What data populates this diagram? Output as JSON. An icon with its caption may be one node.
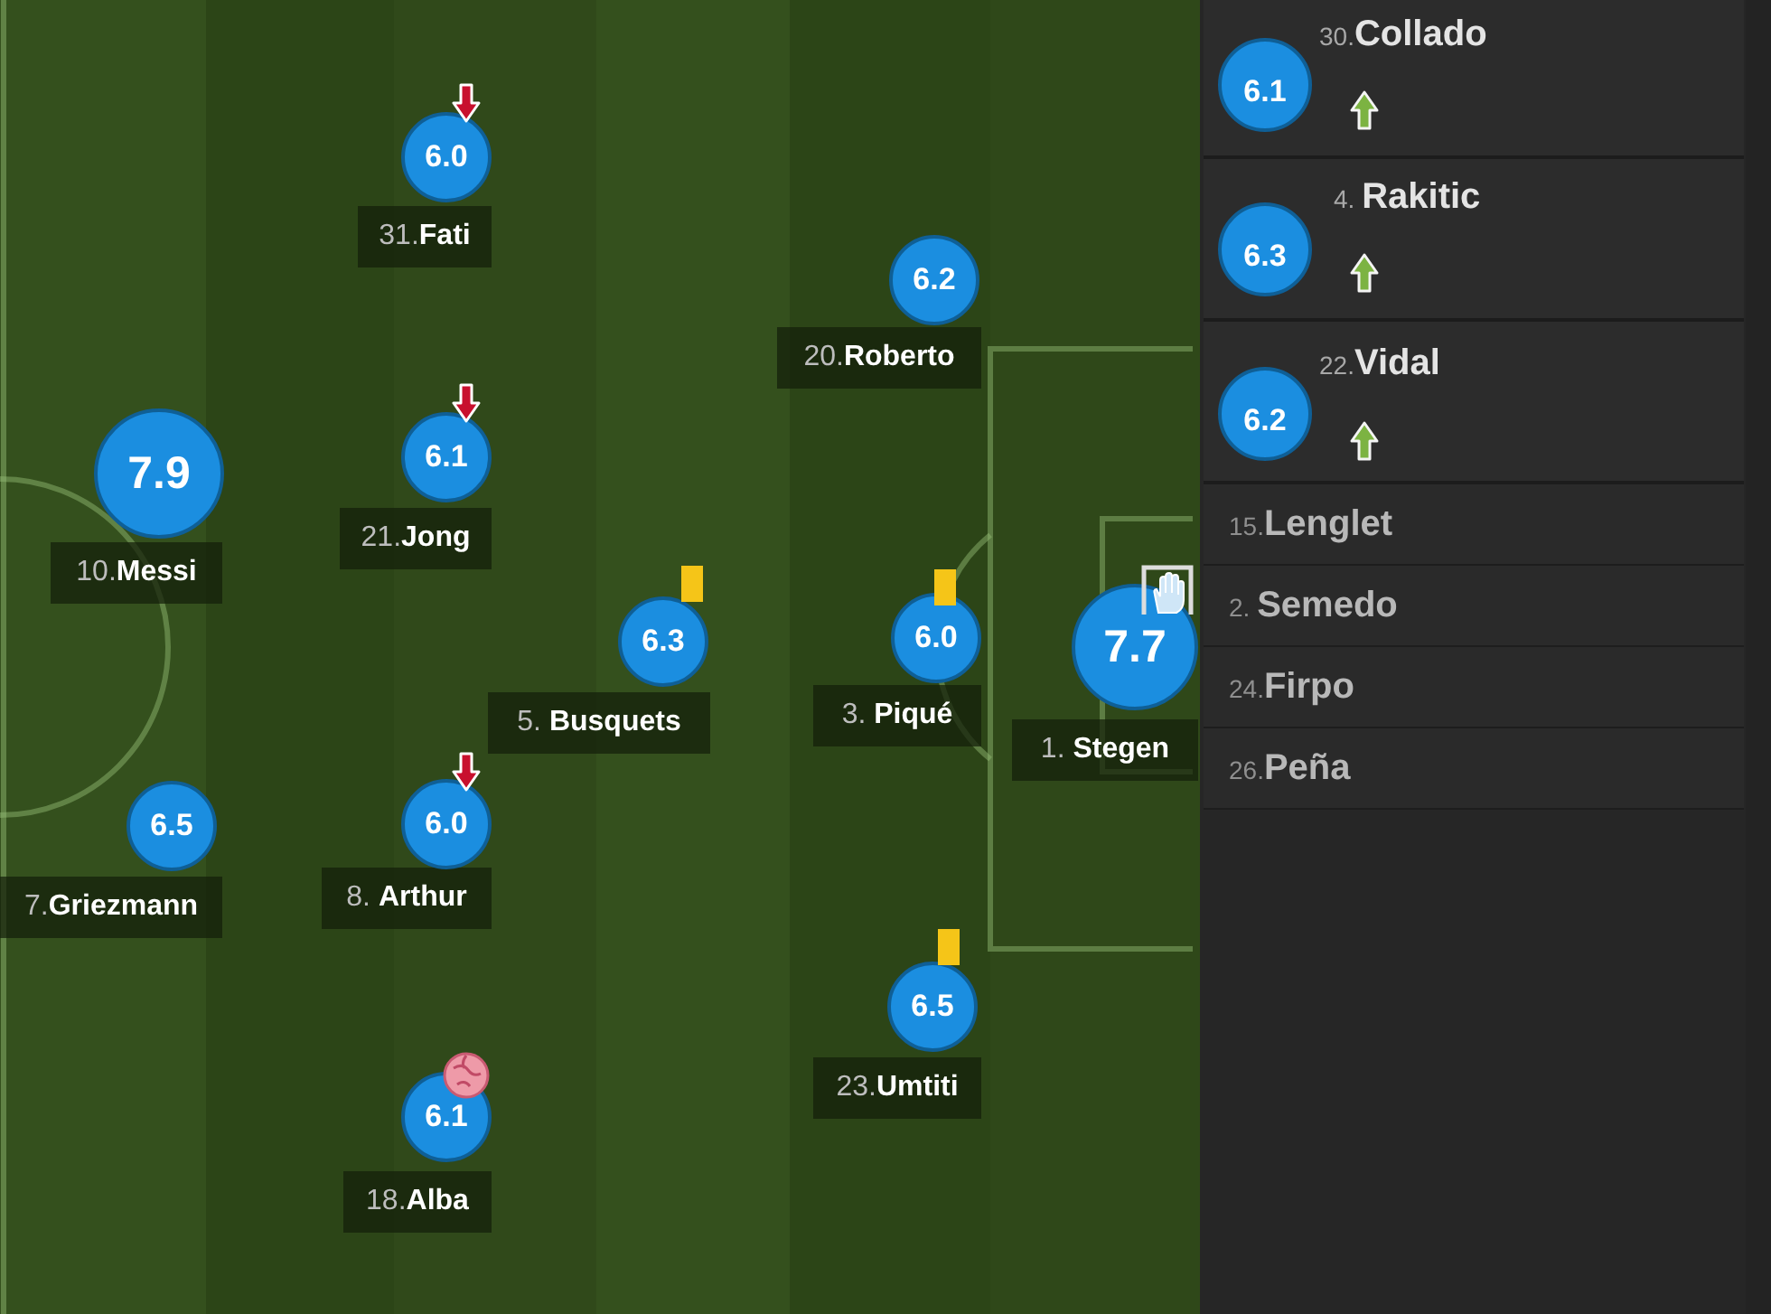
{
  "diagram": {
    "nodes": [
      {
        "text": [
          "6.0"
        ],
        "beside": [
          "31.**Fati**"
        ]
      },
      {
        "text": [
          "6.2"
        ],
        "beside": [
          "20.**Roberto**"
        ]
      },
      {
        "text": [
          "7.9"
        ],
        "beside": [
          "10.**Messi**"
        ]
      },
      {
        "text": [
          "6.1"
        ],
        "beside": [
          "21.**Jong**"
        ]
      },
      {
        "text": [
          "6.3"
        ],
        "beside": [
          "5. **Busquets**"
        ]
      },
      {
        "text": [
          "6.0"
        ],
        "beside": [
          "3. **Piqué**"
        ]
      },
      {
        "text": [
          "7.7"
        ],
        "beside": [
          "1. **Stegen**"
        ]
      },
      {
        "text": [
          "6.5"
        ],
        "beside": [
          "7.**Griezmann**"
        ]
      },
      {
        "text": [
          "6.0"
        ],
        "beside": [
          "8. **Arthur**"
        ]
      },
      {
        "text": [
          "6.5"
        ],
        "beside": [
          "23.**Umtiti**"
        ]
      },
      {
        "text": [
          "6.1"
        ],
        "beside": [
          "18.**Alba**"
        ]
      },
      {
        "text": [
          "6.1"
        ],
        "beside": [
          "30.**Collado**"
        ]
      },
      {
        "text": [
          "6.3"
        ],
        "beside": [
          "4. **Rakitic**"
        ]
      },
      {
        "text": [
          "6.2"
        ],
        "beside": [
          "22.**Vidal**"
        ]
      },
      {
        "text": [
          "15.**Lenglet**"
        ]
      },
      {
        "text": [
          "2. **Semedo**"
        ]
      },
      {
        "text": [
          "24.**Firpo**"
        ]
      },
      {
        "text": [
          "26.**Peña**"
        ]
      }
    ]
  }
}
